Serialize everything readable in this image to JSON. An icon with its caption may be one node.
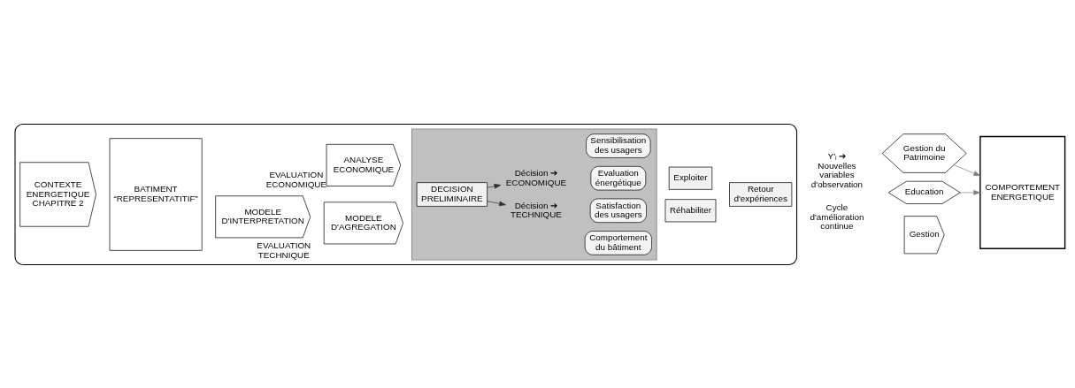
{
  "diagram": {
    "nodes": [
      {
        "text": [],
        "shape": "box"
      },
      {
        "text": [
          "CONTEXTE ENERGETIQUE CHAPITRE 2"
        ],
        "in": 0
      },
      {
        "text": [
          "BATIMENT “REPRESENTATITIF”"
        ],
        "in": 0
      },
      {
        "text": [
          "MODELE D'INTERPRETATION"
        ],
        "beside": [
          "EVALUATION TECHNIQUE"
        ],
        "in": 0
      },
      {
        "text": [
          "MODELE D'AGREGATION"
        ],
        "in": 0
      },
      {
        "text": [
          "ANALYSE ECONOMIQUE"
        ],
        "beside": [
          "EVALUATION ECONOMIQUE"
        ],
        "in": 0
      },
      {
        "text": [],
        "shape": "hexagon",
        "in": 0
      },
      {
        "text": [
          "DECISION PRELIMINAIRE"
        ],
        "in": 6
      },
      {
        "text": [
          "Décision ➔ TECHNIQUE"
        ],
        "in": 6
      },
      {
        "text": [
          "Comportement du bâtiment"
        ],
        "in": 6
      },
      {
        "text": [
          "Satisfaction des usagers"
        ],
        "in": 6
      },
      {
        "text": [
          "Décision ➔ ECONOMIQUE"
        ],
        "in": 6
      },
      {
        "text": [
          "Evaluation énergétique"
        ],
        "in": 6
      },
      {
        "text": [
          "Sensibilisation des usagers"
        ],
        "in": 6
      },
      {
        "text": [
          "Réhabiliter"
        ],
        "in": 0
      },
      {
        "text": [
          "Exploiter"
        ],
        "in": 0
      },
      {
        "text": [
          "Retour d'expériences"
        ],
        "in": 0
      },
      {
        "text": [
          "Education"
        ]
      },
      {
        "text": [
          "Gestion"
        ]
      },
      {
        "text": [
          "Gestion du Patrimoine"
        ]
      },
      {
        "text": [
          "COMPORTEMENT ENERGETIQUE"
        ]
      }
    ],
    "edges": [
      {
        "from": 7,
        "to": 8,
        "arrow": "to"
      },
      {
        "from": 7,
        "to": 11,
        "arrow": "to"
      },
      {
        "from": 17,
        "to": 20,
        "arrow": "to",
        "color": "#808080"
      },
      {
        "from": 19,
        "to": 20,
        "arrow": "to",
        "color": "#808080"
      }
    ],
    "labels": [
      "Y'ᵢ ➔ Nouvelles variables d'observation",
      "Cycle d'amélioration continue"
    ]
  }
}
